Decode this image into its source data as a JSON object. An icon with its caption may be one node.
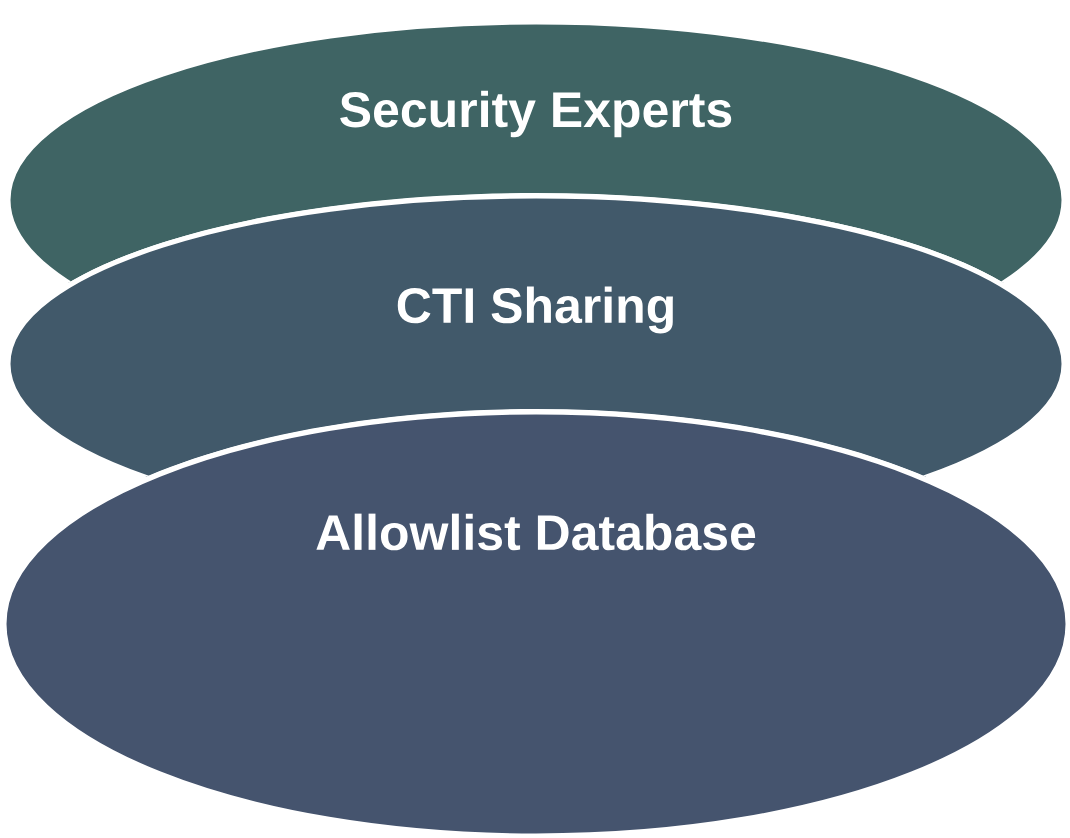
{
  "diagram": {
    "nodes": [
      {
        "text": [
          "Security Experts"
        ]
      },
      {
        "text": [
          "CTI Sharing"
        ]
      },
      {
        "text": [
          "Allowlist Database"
        ]
      }
    ]
  }
}
